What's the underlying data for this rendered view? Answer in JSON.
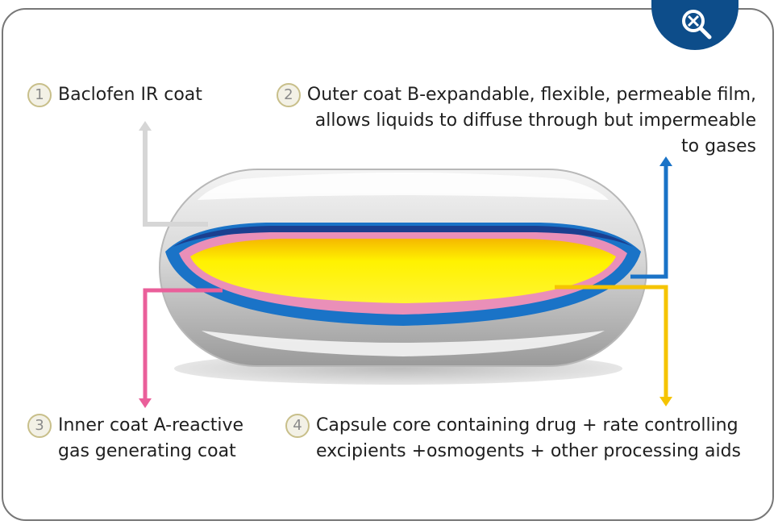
{
  "labels": [
    {
      "num": "1",
      "text": "Baclofen IR coat"
    },
    {
      "num": "2",
      "lines": [
        "Outer coat B-expandable, flexible, permeable film,",
        "allows liquids to diffuse through but impermeable",
        "to gases"
      ]
    },
    {
      "num": "3",
      "lines": [
        "Inner coat A-reactive",
        "gas generating coat"
      ]
    },
    {
      "num": "4",
      "lines": [
        "Capsule core containing drug + rate controlling",
        "excipients +osmogents + other processing aids"
      ]
    }
  ],
  "colors": {
    "ir_coat": "#d6d6d6",
    "outer_coat": "#1a73c7",
    "inner_coat": "#ea5f9a",
    "core": "#f5c400",
    "zoom_tab": "#0d4d8a"
  },
  "icons": {
    "zoom": "zoom-in-icon"
  }
}
